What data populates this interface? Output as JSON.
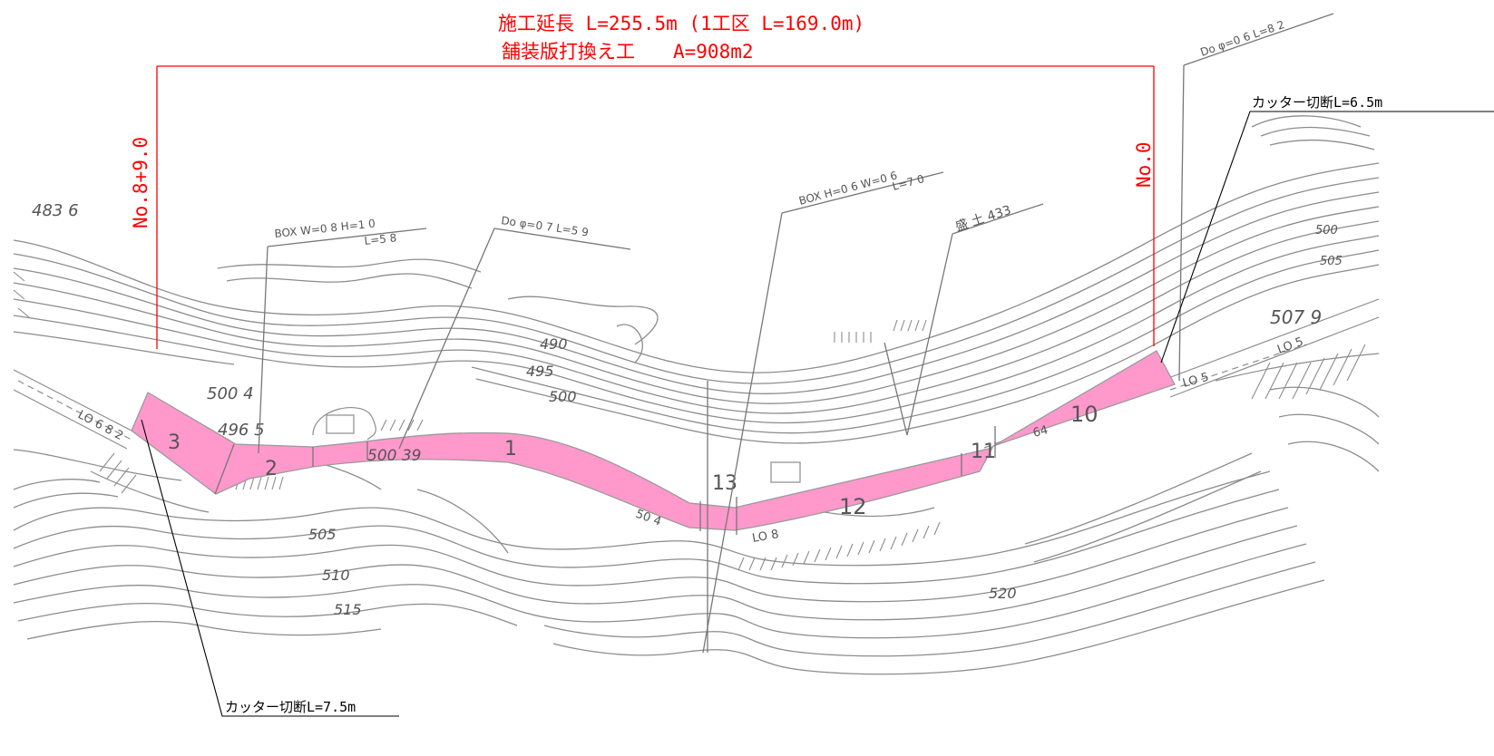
{
  "colors": {
    "dimension_red": "#ff0000",
    "pavement_fill": "#ff99cc",
    "contour_gray": "#8c8c8c",
    "leader_black": "#000000"
  },
  "header": {
    "line1": "施工延長 L=255.5m (1工区 L=169.0m)",
    "line2": "舗装版打換え工　　A=908m2"
  },
  "stations": {
    "left": "No.8+9.0",
    "right": "No.0"
  },
  "callouts": {
    "cutter_right": "カッター切断L=6.5m",
    "cutter_left": "カッター切断L=7.5m"
  },
  "structures": {
    "box_left_1": "BOX W=0 8 H=1 0",
    "box_left_2": "L=5 8",
    "do_left": "Do φ=0 7 L=5 9",
    "box_mid_1": "BOX H=0 6 W=0 6",
    "box_mid_2": "L=7 0",
    "soil": "盛 土 433",
    "do_right": "Do φ=0 6 L=8 2"
  },
  "elevations": {
    "e483": "483 6",
    "e500_4": "500 4",
    "e496": "496 5",
    "e500_39": "500 39",
    "e507": "507 9",
    "c490": "490",
    "c495": "495",
    "c500": "500",
    "c505": "505",
    "c510": "510",
    "c515": "515",
    "c520": "520",
    "c500r": "500",
    "c505r": "505"
  },
  "sections": {
    "s1": "1",
    "s2": "2",
    "s3": "3",
    "s10": "10",
    "s11": "11",
    "s12": "12",
    "s13": "13"
  },
  "road_widths": {
    "w_left": "LO 6 8 2",
    "w_right": "LO 5",
    "w_r2": "LO 5",
    "w_mid": "LO 8",
    "w_50": "50 4",
    "w_64": "64"
  }
}
